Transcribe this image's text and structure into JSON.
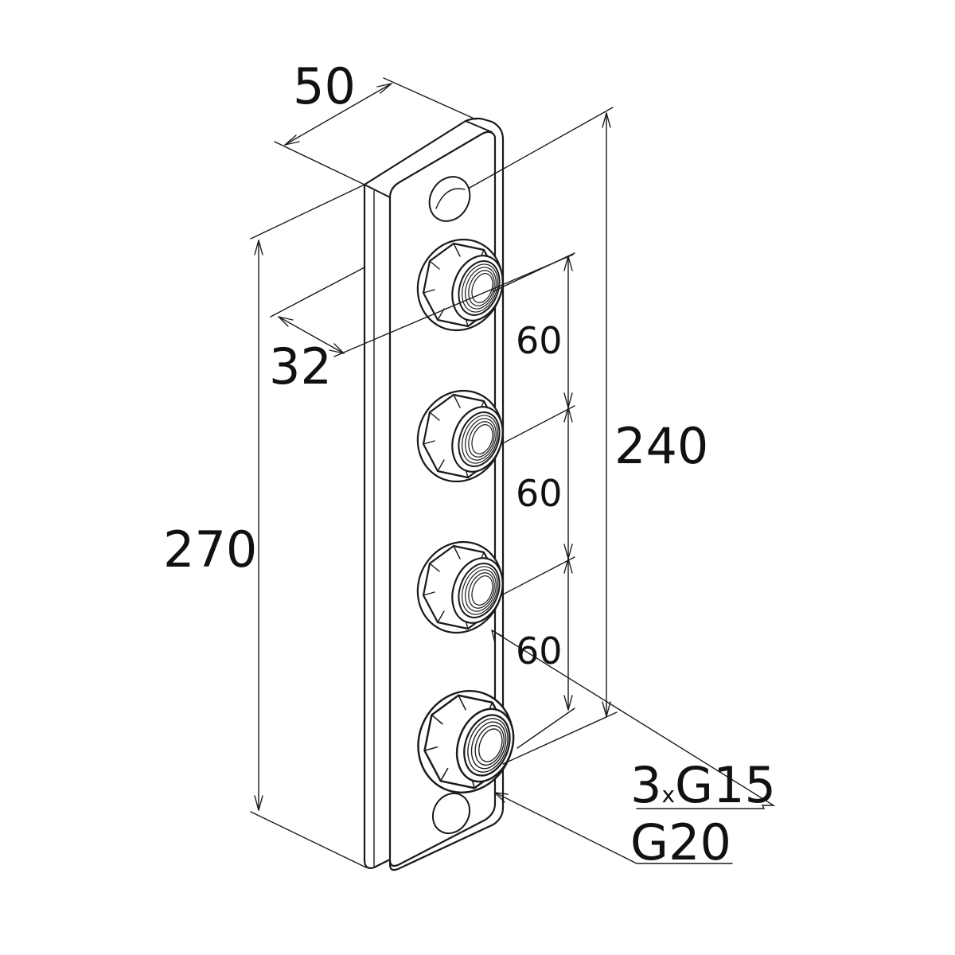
{
  "dimensions": {
    "width": "50",
    "height_total": "270",
    "hole_spacing": "240",
    "offset": "32",
    "spacing_1": "60",
    "spacing_2": "60",
    "spacing_3": "60"
  },
  "callouts": {
    "outlets_count": "3",
    "outlets_x": "x",
    "outlets_thread": "G15",
    "inlet_thread": "G20"
  }
}
